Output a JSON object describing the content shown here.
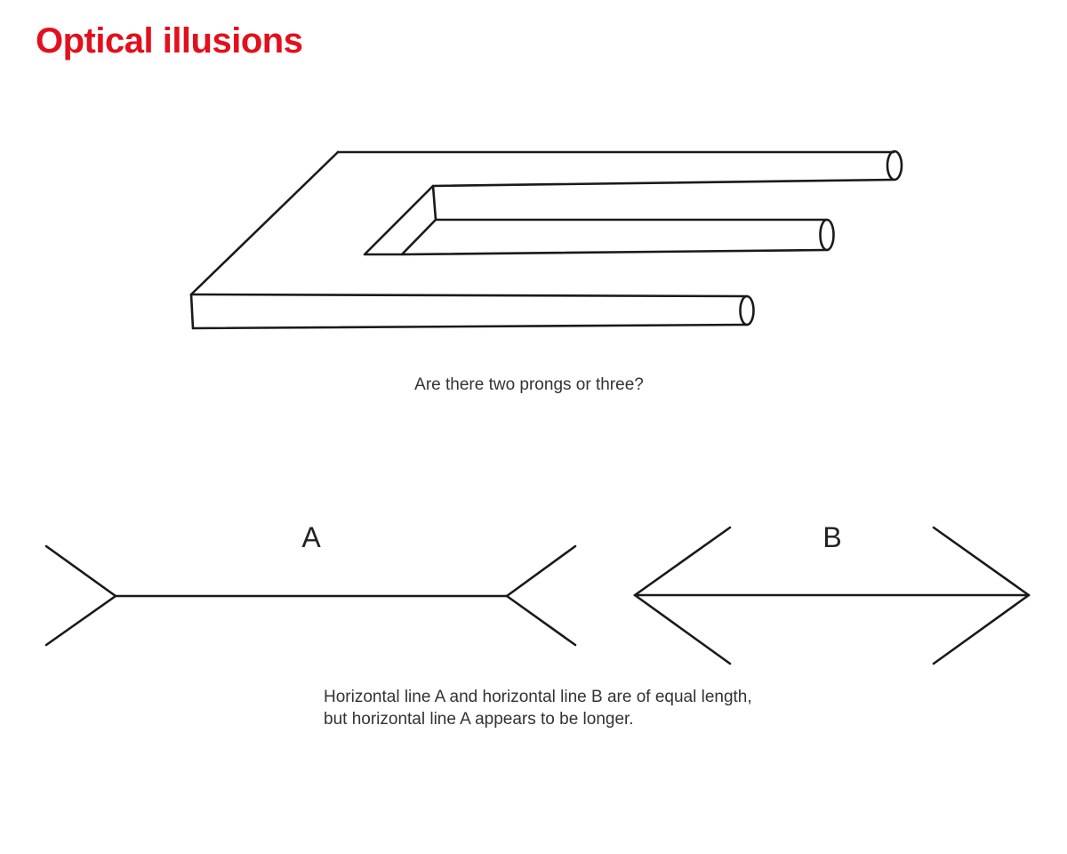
{
  "page": {
    "title": "Optical illusions",
    "accent_color": "#e2101c"
  },
  "prongs_illusion": {
    "caption": "Are there two prongs or three?"
  },
  "muller_lyer_illusion": {
    "label_a": "A",
    "label_b": "B",
    "caption_line1": "Horizontal line A and horizontal line B are of equal length,",
    "caption_line2": "but horizontal line A appears to be longer."
  }
}
